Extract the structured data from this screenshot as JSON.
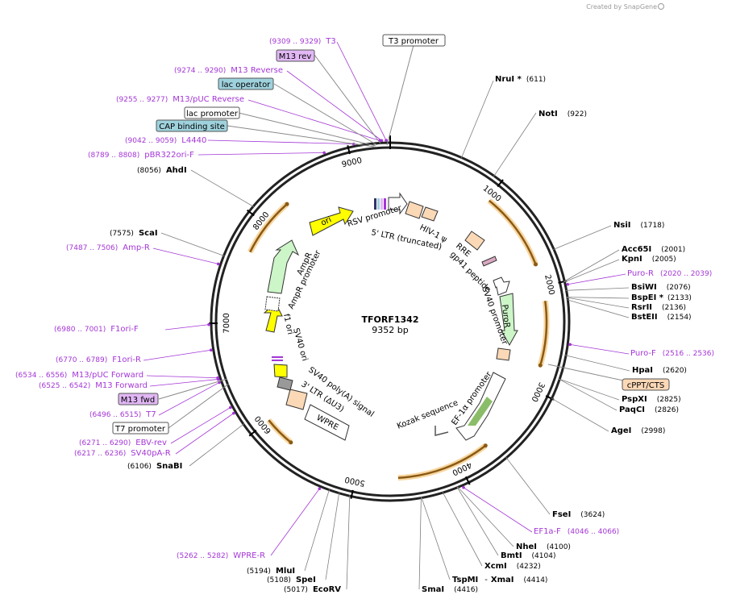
{
  "credit": "Created by SnapGene",
  "plasmid": {
    "name": "TFORF1342",
    "size_label": "9352 bp",
    "length": 9352
  },
  "ticks": [
    {
      "pos": 1000,
      "label": "1000"
    },
    {
      "pos": 2000,
      "label": "2000"
    },
    {
      "pos": 3000,
      "label": "3000"
    },
    {
      "pos": 4000,
      "label": "4000"
    },
    {
      "pos": 5000,
      "label": "5000"
    },
    {
      "pos": 6000,
      "label": "6000"
    },
    {
      "pos": 7000,
      "label": "7000"
    },
    {
      "pos": 8000,
      "label": "8000"
    },
    {
      "pos": 9000,
      "label": "9000"
    }
  ],
  "enzymes": [
    {
      "name": "NruI",
      "star": " *",
      "pos": "(611)",
      "site": 611
    },
    {
      "name": "NotI",
      "star": "",
      "pos": "(922)",
      "site": 922
    },
    {
      "name": "NsiI",
      "star": "",
      "pos": "(1718)",
      "site": 1718
    },
    {
      "name": "Acc65I",
      "star": "",
      "pos": "(2001)",
      "site": 2001
    },
    {
      "name": "KpnI",
      "star": "",
      "pos": "(2005)",
      "site": 2005
    },
    {
      "name": "BsiWI",
      "star": "",
      "pos": "(2076)",
      "site": 2076
    },
    {
      "name": "BspEI",
      "star": " *",
      "pos": "(2133)",
      "site": 2133
    },
    {
      "name": "RsrII",
      "star": "",
      "pos": "(2136)",
      "site": 2136
    },
    {
      "name": "BstEII",
      "star": "",
      "pos": "(2154)",
      "site": 2154
    },
    {
      "name": "HpaI",
      "star": "",
      "pos": "(2620)",
      "site": 2620
    },
    {
      "name": "PspXI",
      "star": "",
      "pos": "(2825)",
      "site": 2825
    },
    {
      "name": "PaqCI",
      "star": "",
      "pos": "(2826)",
      "site": 2826
    },
    {
      "name": "AgeI",
      "star": "",
      "pos": "(2998)",
      "site": 2998
    },
    {
      "name": "FseI",
      "star": "",
      "pos": "(3624)",
      "site": 3624
    },
    {
      "name": "NheI",
      "star": "",
      "pos": "(4100)",
      "site": 4100
    },
    {
      "name": "BmtI",
      "star": "",
      "pos": "(4104)",
      "site": 4104
    },
    {
      "name": "XcmI",
      "star": "",
      "pos": "(4232)",
      "site": 4232
    },
    {
      "name": "TspMI",
      "star": "",
      "pos": "(4414)",
      "site": 4414
    },
    {
      "name": "XmaI",
      "star": "",
      "pos": "(4414)",
      "site": 4414
    },
    {
      "name": "SmaI",
      "star": "",
      "pos": "(4416)",
      "site": 4416
    },
    {
      "name": "EcoRV",
      "star": "",
      "pos": "(5017)",
      "site": 5017
    },
    {
      "name": "SpeI",
      "star": "",
      "pos": "(5108)",
      "site": 5108
    },
    {
      "name": "MluI",
      "star": "",
      "pos": "(5194)",
      "site": 5194
    },
    {
      "name": "SnaBI",
      "star": "",
      "pos": "(6106)",
      "site": 6106
    },
    {
      "name": "ScaI",
      "star": "",
      "pos": "(7575)",
      "site": 7575
    },
    {
      "name": "AhdI",
      "star": "",
      "pos": "(8056)",
      "site": 8056
    }
  ],
  "primers": [
    {
      "name": "T3",
      "range": "(9309 .. 9329)",
      "site": 9319
    },
    {
      "name": "M13 Reverse",
      "range": "(9274 .. 9290)",
      "site": 9282
    },
    {
      "name": "M13/pUC Reverse",
      "range": "(9255 .. 9277)",
      "site": 9266
    },
    {
      "name": "L4440",
      "range": "(9042 .. 9059)",
      "site": 9050
    },
    {
      "name": "pBR322ori-F",
      "range": "(8789 .. 8808)",
      "site": 8798
    },
    {
      "name": "Amp-R",
      "range": "(7487 .. 7506)",
      "site": 7496
    },
    {
      "name": "F1ori-F",
      "range": "(6980 .. 7001)",
      "site": 6990
    },
    {
      "name": "F1ori-R",
      "range": "(6770 .. 6789)",
      "site": 6780
    },
    {
      "name": "M13/pUC Forward",
      "range": "(6534 .. 6556)",
      "site": 6545
    },
    {
      "name": "M13 Forward",
      "range": "(6525 .. 6542)",
      "site": 6533
    },
    {
      "name": "T7",
      "range": "(6496 .. 6515)",
      "site": 6505
    },
    {
      "name": "EBV-rev",
      "range": "(6271 .. 6290)",
      "site": 6280
    },
    {
      "name": "SV40pA-R",
      "range": "(6217 .. 6236)",
      "site": 6226
    },
    {
      "name": "WPRE-R",
      "range": "(5262 .. 5282)",
      "site": 5272
    },
    {
      "name": "Puro-R",
      "range": "(2020 .. 2039)",
      "site": 2030
    },
    {
      "name": "Puro-F",
      "range": "(2516 .. 2536)",
      "site": 2526
    },
    {
      "name": "EF1a-F",
      "range": "(4046 .. 4066)",
      "site": 4056
    }
  ],
  "outer_features": [
    {
      "name": "T3 promoter",
      "fill": "#ffffff"
    },
    {
      "name": "M13 rev",
      "fill": "#e1b7f5"
    },
    {
      "name": "lac operator",
      "fill": "#9ed2dd"
    },
    {
      "name": "lac promoter",
      "fill": "#ffffff"
    },
    {
      "name": "CAP binding site",
      "fill": "#9ed2dd"
    },
    {
      "name": "cPPT/CTS",
      "fill": "#fbd8b6"
    },
    {
      "name": "M13 fwd",
      "fill": "#e1b7f5"
    },
    {
      "name": "T7 promoter",
      "fill": "#ffffff"
    }
  ],
  "inner_labels": {
    "rsv_promoter": "RSV promoter",
    "ltr5": "5' LTR (truncated)",
    "hiv_psi": "HIV-1 ψ",
    "rre": "RRE",
    "gp41": "gp41 peptide",
    "sv40_promoter": "SV40 promoter",
    "puror": "PuroR",
    "ef1a": "EF-1α promoter",
    "kozak": "Kozak sequence",
    "wpre": "WPRE",
    "ltr3": "3' LTR (ΔU3)",
    "sv40_polya": "SV40 poly(A) signal",
    "sv40_ori": "SV40 ori",
    "f1_ori": "f1 ori",
    "ampr_promoter": "AmpR promoter",
    "ampr": "AmpR",
    "ori": "ori"
  },
  "colors": {
    "backbone": "#222222",
    "orf": "#f1a83a",
    "enzyme_line": "#7f7f7f",
    "primer": "#a436d6",
    "ori": "#ffff00",
    "ampr": "#ccf5c8",
    "ltr": "#fbd8b6",
    "rre": "#fbd8b6",
    "gp41": "#d9a8c0",
    "ef1a_arrow": "#5aa12a"
  }
}
